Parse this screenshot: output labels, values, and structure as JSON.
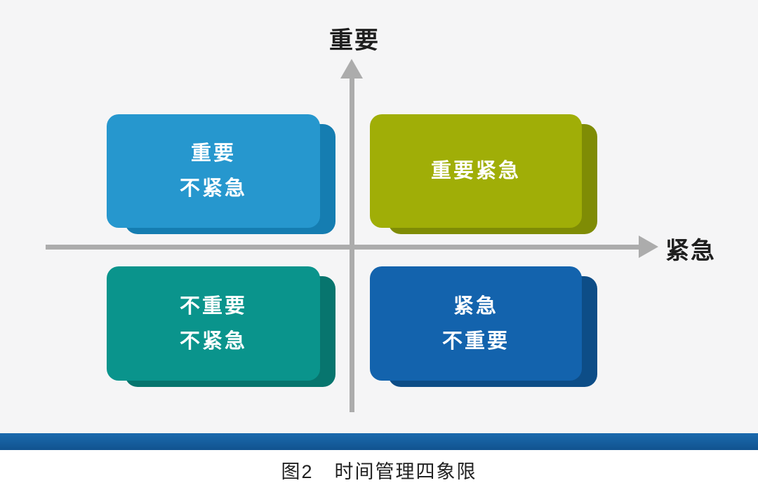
{
  "figure": {
    "axes": {
      "y_label": "重要",
      "x_label": "紧急"
    },
    "quadrants": [
      {
        "id": "top-left",
        "lines": [
          "重要",
          "不紧急"
        ],
        "color": "#2697CE",
        "side_color": "#157DB1"
      },
      {
        "id": "top-right",
        "lines": [
          "重要紧急"
        ],
        "color": "#A0AE07",
        "side_color": "#7F8C05"
      },
      {
        "id": "bottom-left",
        "lines": [
          "不重要",
          "不紧急"
        ],
        "color": "#0A948C",
        "side_color": "#07756E"
      },
      {
        "id": "bottom-right",
        "lines": [
          "紧急",
          "不重要"
        ],
        "color": "#1363AD",
        "side_color": "#0D4D87"
      }
    ],
    "caption": {
      "prefix": "图2",
      "title": "时间管理四象限"
    },
    "colors": {
      "background": "#F5F5F6",
      "axis": "#ACACAC",
      "bottom_bar": "#1560A6",
      "axis_text": "#1F1F1F",
      "box_text": "#FFFFFF",
      "caption_text": "#222222"
    }
  }
}
